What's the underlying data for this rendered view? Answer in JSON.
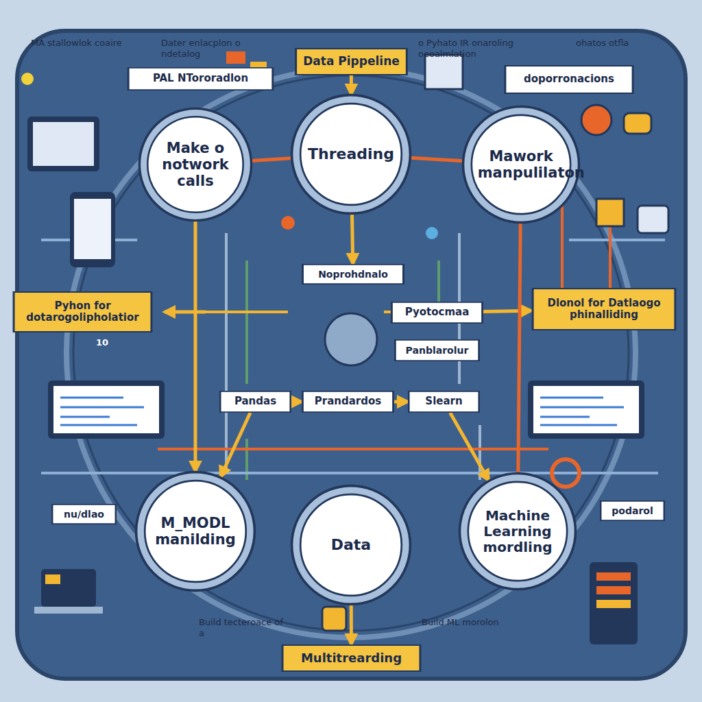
{
  "diagram": {
    "nodes": [
      {
        "text": [
          "PAL NTororadlon"
        ]
      },
      {
        "text": [
          "Data Pippeline"
        ]
      },
      {
        "text": [
          "doporronacions"
        ]
      },
      {
        "text": [
          "Make o notwork calls"
        ]
      },
      {
        "text": [
          "Threading"
        ]
      },
      {
        "text": [
          "Mawork manpulilaton"
        ]
      },
      {
        "text": [
          "Noprohdnalo"
        ]
      },
      {
        "text": [
          "Pyotocmaa"
        ]
      },
      {
        "text": [
          "Pyhon for dotarogolipholatior"
        ]
      },
      {
        "text": [
          "Dlonol for Datlaogo phinalliding"
        ]
      },
      {
        "text": [
          "Panblarolur"
        ]
      },
      {
        "text": [
          "Pandas"
        ]
      },
      {
        "text": [
          "Prandardos"
        ]
      },
      {
        "text": [
          "Slearn"
        ]
      },
      {
        "text": [
          "nu/dlao"
        ]
      },
      {
        "text": [
          "podarol"
        ]
      },
      {
        "text": [
          "M_MODL manilding"
        ]
      },
      {
        "text": [
          "Data"
        ]
      },
      {
        "text": [
          "Machine Learning mordling"
        ]
      },
      {
        "text": [
          "Multitrearding"
        ]
      }
    ],
    "edges": [
      {
        "from": 1,
        "to": 4,
        "arrow": "to"
      },
      {
        "from": 4,
        "to": 3,
        "arrow": "none"
      },
      {
        "from": 4,
        "to": 5,
        "arrow": "none"
      },
      {
        "from": 4,
        "to": 6,
        "arrow": "to"
      },
      {
        "from": 11,
        "to": 12,
        "arrow": "to"
      },
      {
        "from": 12,
        "to": 13,
        "arrow": "to"
      },
      {
        "from": 7,
        "to": 9,
        "arrow": "to"
      },
      {
        "from": 3,
        "to": 16,
        "arrow": "to"
      },
      {
        "from": 5,
        "to": 18,
        "arrow": "none"
      },
      {
        "from": 11,
        "to": 16,
        "arrow": "to"
      },
      {
        "from": 13,
        "to": 18,
        "arrow": "to"
      },
      {
        "from": 17,
        "to": 19,
        "arrow": "to"
      }
    ],
    "labels": [
      "MA stallowlok coaire",
      "Dater enlacplon o ndetalog",
      "o Pyhato IR onaroling oeoalmlation",
      "ohatos otfla",
      "10",
      "Build tecteroace of a",
      "Build ML morolon"
    ]
  }
}
